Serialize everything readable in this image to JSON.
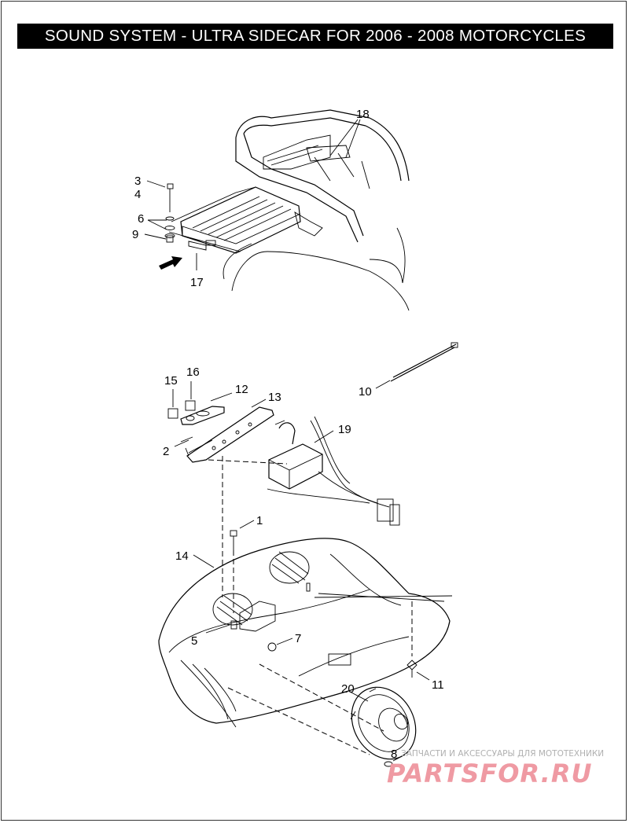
{
  "title": "SOUND SYSTEM - ULTRA SIDECAR FOR 2006 - 2008 MOTORCYCLES",
  "callouts": {
    "c1": "1",
    "c2": "2",
    "c3": "3",
    "c4": "4",
    "c5": "5",
    "c6": "6",
    "c7": "7",
    "c8": "8",
    "c9": "9",
    "c10": "10",
    "c11": "11",
    "c12": "12",
    "c13": "13",
    "c14": "14",
    "c15": "15",
    "c16": "16",
    "c17": "17",
    "c18": "18",
    "c19": "19",
    "c20": "20"
  },
  "watermark": {
    "tagline": "ЗАПЧАСТИ И АКСЕССУАРЫ ДЛЯ МОТОТЕХНИКИ",
    "brand": "PARTSFOR.RU"
  }
}
